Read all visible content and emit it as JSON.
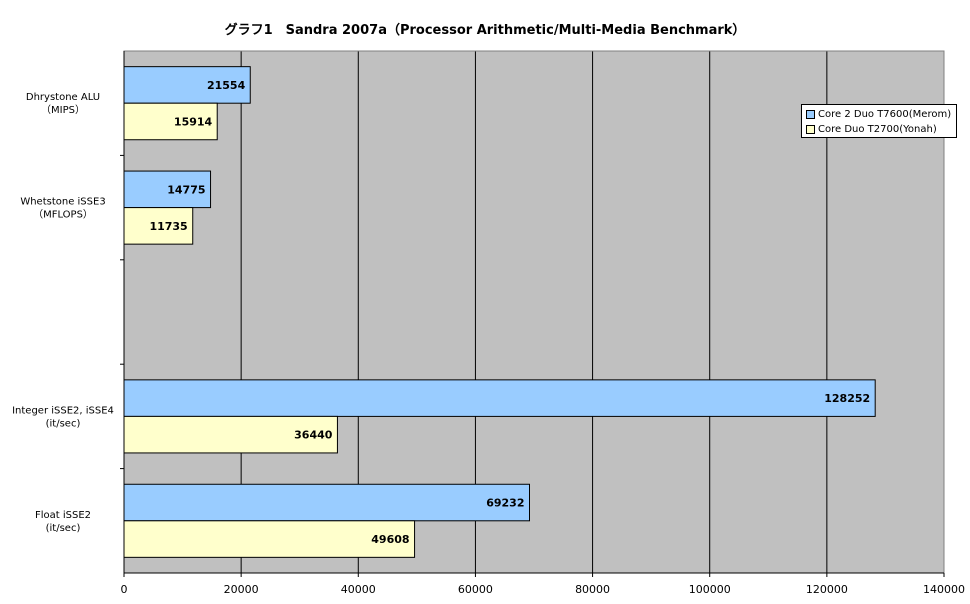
{
  "chart_data": {
    "type": "bar",
    "orientation": "horizontal",
    "title": "グラフ1　Sandra 2007a（Processor Arithmetic/Multi-Media Benchmark）",
    "categories": [
      {
        "line1": "Dhrystone ALU",
        "line2": "（MIPS）"
      },
      {
        "line1": "Whetstone iSSE3",
        "line2": "（MFLOPS）"
      },
      {
        "line1": "",
        "line2": ""
      },
      {
        "line1": "Integer iSSE2, iSSE4",
        "line2": "(it/sec)"
      },
      {
        "line1": "Float iSSE2",
        "line2": "(it/sec)"
      }
    ],
    "series": [
      {
        "name": "Core 2 Duo T7600(Merom)",
        "color": "#99ccff",
        "values": [
          21554,
          14775,
          null,
          128252,
          69232
        ]
      },
      {
        "name": "Core Duo T2700(Yonah)",
        "color": "#ffffcc",
        "values": [
          15914,
          11735,
          null,
          36440,
          49608
        ]
      }
    ],
    "xlim": [
      0,
      140000
    ],
    "xticks": [
      0,
      20000,
      40000,
      60000,
      80000,
      100000,
      120000,
      140000
    ],
    "xtick_labels": [
      "0",
      "20000",
      "40000",
      "60000",
      "80000",
      "100000",
      "120000",
      "140000"
    ],
    "plot_background": "#c0c0c0",
    "grid": true,
    "legend_position": "top-right"
  }
}
